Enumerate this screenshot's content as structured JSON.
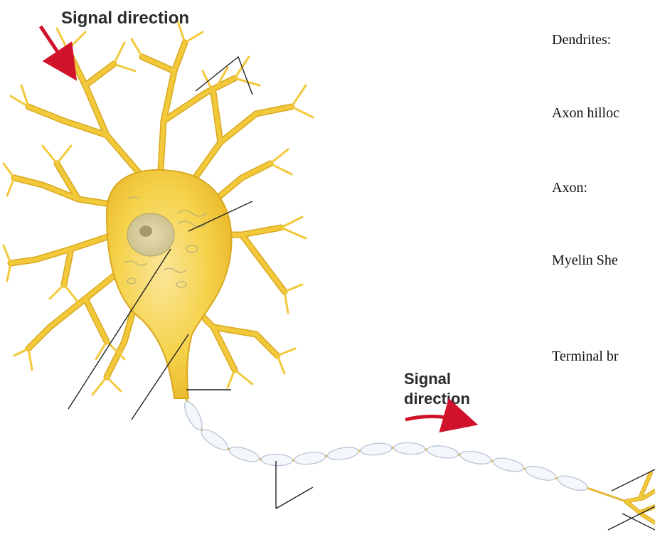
{
  "signal_direction_top": "Signal direction",
  "signal_direction_mid": [
    "Signal",
    "direction"
  ],
  "labels": [
    "Dendrites:",
    "Axon hilloc",
    "Axon:",
    "Myelin She",
    "Terminal br"
  ],
  "colors": {
    "neuron": "#f2c93a",
    "neuron_outline": "#d9a81f",
    "arrow": "#d0132a",
    "myelin": "#f4f7fb",
    "leader": "#222222"
  }
}
